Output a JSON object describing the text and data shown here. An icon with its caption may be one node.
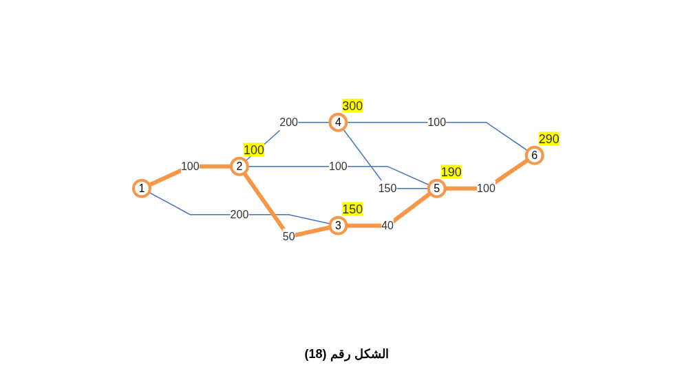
{
  "diagram": {
    "caption": "الشكل رقم (18)",
    "nodes": [
      {
        "text": [
          "1"
        ]
      },
      {
        "text": [
          "2"
        ],
        "beside": [
          "100"
        ]
      },
      {
        "text": [
          "3"
        ],
        "beside": [
          "150"
        ]
      },
      {
        "text": [
          "4"
        ],
        "beside": [
          "300"
        ]
      },
      {
        "text": [
          "5"
        ],
        "beside": [
          "190"
        ]
      },
      {
        "text": [
          "6"
        ],
        "beside": [
          "290"
        ]
      }
    ],
    "edges": [
      {
        "from": 0,
        "to": 1,
        "arrow": "none",
        "label": "100",
        "style": "thick",
        "color": "#f79646"
      },
      {
        "from": 0,
        "to": 2,
        "arrow": "none",
        "label": "200"
      },
      {
        "from": 1,
        "to": 3,
        "arrow": "none",
        "label": "200"
      },
      {
        "from": 1,
        "to": 2,
        "arrow": "none",
        "label": "50",
        "style": "thick",
        "color": "#f79646"
      },
      {
        "from": 1,
        "to": 4,
        "arrow": "none",
        "label": "100"
      },
      {
        "from": 3,
        "to": 4,
        "arrow": "none",
        "label": "150"
      },
      {
        "from": 3,
        "to": 5,
        "arrow": "none",
        "label": "100"
      },
      {
        "from": 2,
        "to": 4,
        "arrow": "none",
        "label": "40",
        "style": "thick",
        "color": "#f79646"
      },
      {
        "from": 4,
        "to": 5,
        "arrow": "none",
        "label": "100",
        "style": "thick",
        "color": "#f79646"
      }
    ]
  }
}
